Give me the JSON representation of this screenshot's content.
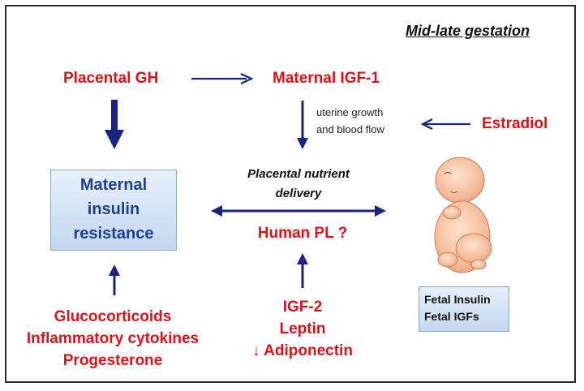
{
  "title": "Mid-late gestation",
  "nodes": {
    "placental_gh": "Placental GH",
    "maternal_igf1": "Maternal IGF-1",
    "estradiol": "Estradiol",
    "uterine_line1": "uterine growth",
    "uterine_line2": "and blood flow",
    "insulin_resistance": [
      "Maternal",
      "insulin",
      "resistance"
    ],
    "nutrient_line1": "Placental nutrient",
    "nutrient_line2": "delivery",
    "human_pl": "Human PL ?",
    "maternal_factors": [
      "Glucocorticoids",
      "Inflammatory cytokines",
      "Progesterone"
    ],
    "placental_factors": [
      "IGF-2",
      "Leptin",
      "↓ Adiponectin"
    ],
    "fetal_factors": [
      "Fetal Insulin",
      "Fetal IGFs"
    ]
  },
  "colors": {
    "red": "#d7141c",
    "arrow": "#1a237e",
    "box_text": "#1f3f8c"
  }
}
